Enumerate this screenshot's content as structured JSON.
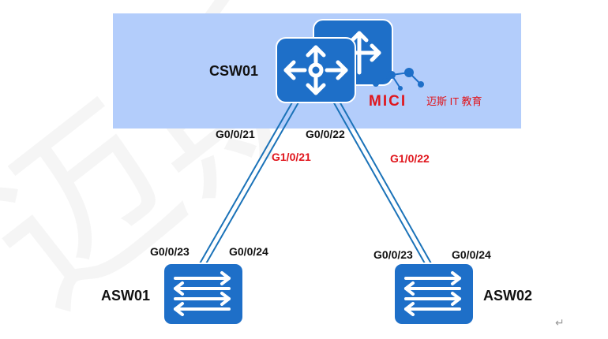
{
  "colors": {
    "stack_area": "#b3cdfb",
    "device_fill": "#1e6fc8",
    "link_line": "#1a72b8",
    "label_black": "#111111",
    "label_red": "#e0151c",
    "logo_red": "#e0151c",
    "logo_blue": "#1e6fc8"
  },
  "devices": {
    "core": {
      "name": "CSW01",
      "icon": "router-icon"
    },
    "access_left": {
      "name": "ASW01",
      "icon": "switch-icon"
    },
    "access_right": {
      "name": "ASW02",
      "icon": "switch-icon"
    }
  },
  "ports": {
    "core_left": "G0/0/21",
    "core_right": "G0/0/22",
    "member_left": "G1/0/21",
    "member_right": "G1/0/22",
    "asw01_left": "G0/0/23",
    "asw01_right": "G0/0/24",
    "asw02_left": "G0/0/23",
    "asw02_right": "G0/0/24"
  },
  "logo": {
    "brand": "MICI",
    "tagline": "迈斯 IT 教育"
  },
  "watermark": "迈斯",
  "return_mark": "↵"
}
